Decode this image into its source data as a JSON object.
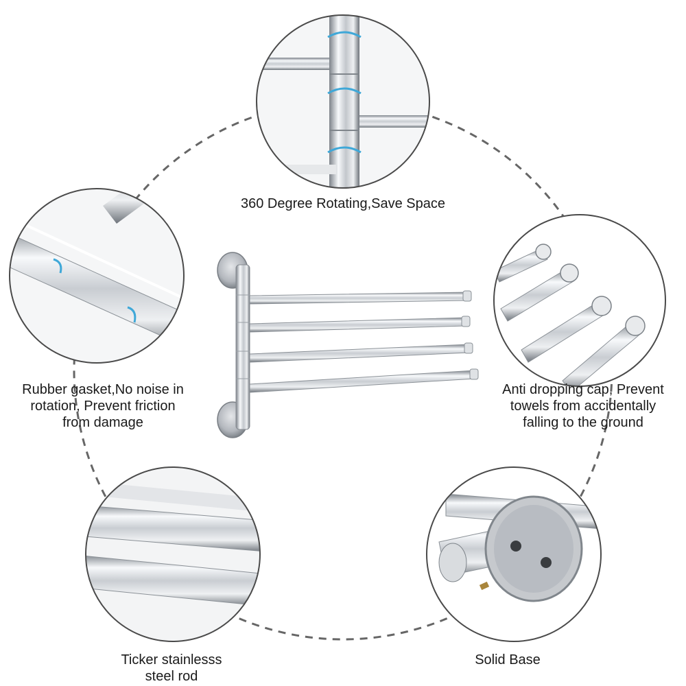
{
  "captions": {
    "rotating": "360 Degree Rotating,Save Space",
    "gasket": "Rubber gasket,No noise in\nrotation, Prevent friction\nfrom damage",
    "cap": "Anti dropping cap, Prevent\ntowels from accidentally\nfalling to the ground",
    "rod": "Ticker stainlesss\nsteel rod",
    "base": "Solid Base"
  },
  "colors": {
    "background": "#ffffff",
    "dashed_ring": "#666666",
    "callout_border": "#4a4a4a",
    "chrome_light": "#f4f6f8",
    "chrome_dark": "#8b9096",
    "gasket_blue": "#3fa8d8",
    "base_disc": "#b8bcc2"
  },
  "callouts": [
    {
      "name": "rotation-detail",
      "icon": "rotate-arrows-icon"
    },
    {
      "name": "gasket-detail",
      "icon": "gasket-ring-icon"
    },
    {
      "name": "cap-detail",
      "icon": "end-cap-icon"
    },
    {
      "name": "rod-detail",
      "icon": "steel-rod-icon"
    },
    {
      "name": "base-detail",
      "icon": "mounting-base-icon"
    }
  ]
}
